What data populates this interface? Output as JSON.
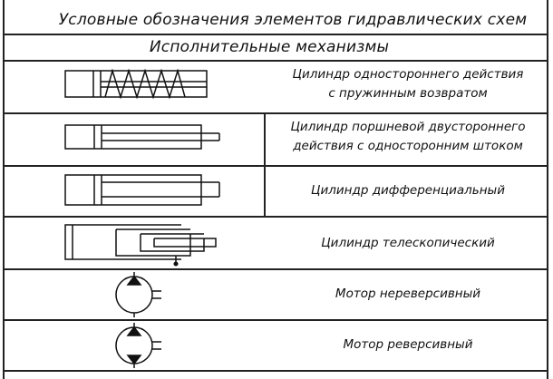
{
  "header": {
    "title": "Условные обозначения элементов гидравлических схем",
    "subtitle": "Исполнительные механизмы"
  },
  "rows": [
    {
      "lines": [
        "Цилиндр одностороннего действия",
        "с пружинным возвратом"
      ],
      "icon": "single-acting-cylinder-spring-return-symbol"
    },
    {
      "lines": [
        "Цилиндр поршневой двустороннего",
        "действия с односторонним штоком"
      ],
      "icon": "double-acting-cylinder-single-rod-symbol"
    },
    {
      "lines": [
        "Цилиндр дифференциальный"
      ],
      "icon": "differential-cylinder-symbol"
    },
    {
      "lines": [
        "Цилиндр телескопический"
      ],
      "icon": "telescopic-cylinder-symbol"
    },
    {
      "lines": [
        "Мотор нереверсивный"
      ],
      "icon": "non-reversible-motor-symbol"
    },
    {
      "lines": [
        "Мотор реверсивный"
      ],
      "icon": "reversible-motor-symbol"
    }
  ],
  "colors": {
    "ink": "#111111",
    "background": "#ffffff"
  }
}
